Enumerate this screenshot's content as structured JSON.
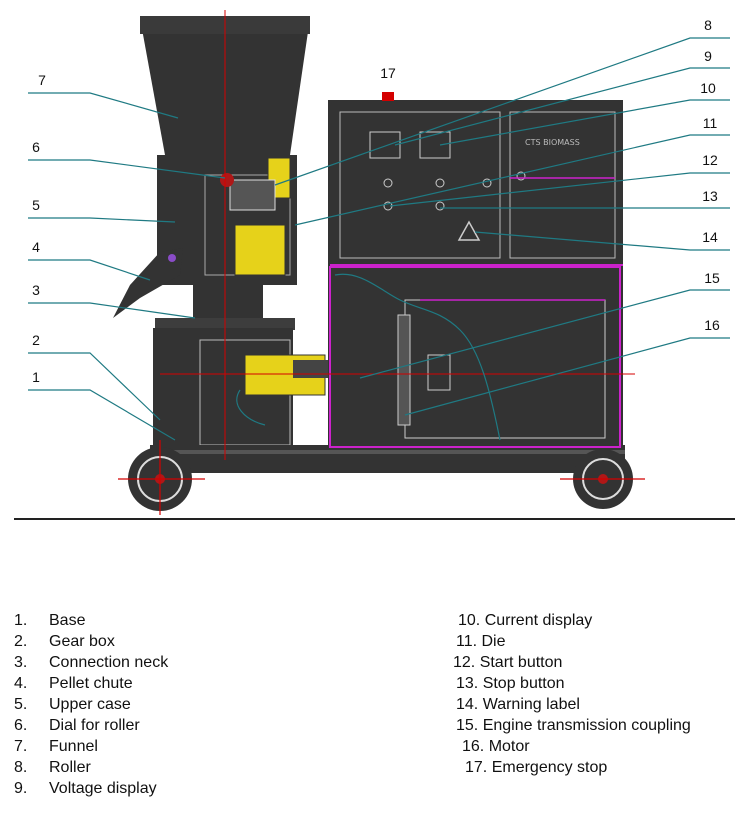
{
  "colors": {
    "machine": "#333333",
    "machine_dark": "#262626",
    "leader": "#1f7a83",
    "red_axis": "#d40000",
    "magenta": "#cc22cc",
    "yellow": "#e6d21a",
    "panel_line": "#bbbbbb"
  },
  "panel_text": "CTS BIOMASS",
  "callouts": [
    {
      "number": "1"
    },
    {
      "number": "2"
    },
    {
      "number": "3"
    },
    {
      "number": "4"
    },
    {
      "number": "5"
    },
    {
      "number": "6"
    },
    {
      "number": "7"
    },
    {
      "number": "8"
    },
    {
      "number": "9"
    },
    {
      "number": "10"
    },
    {
      "number": "11"
    },
    {
      "number": "12"
    },
    {
      "number": "13"
    },
    {
      "number": "14"
    },
    {
      "number": "15"
    },
    {
      "number": "16"
    },
    {
      "number": "17"
    }
  ],
  "legend": {
    "left": [
      {
        "number": "1.",
        "label": "Base"
      },
      {
        "number": "2.",
        "label": "Gear box"
      },
      {
        "number": "3.",
        "label": "Connection neck"
      },
      {
        "number": "4.",
        "label": "Pellet chute"
      },
      {
        "number": "5.",
        "label": "Upper case"
      },
      {
        "number": "6.",
        "label": "Dial for roller"
      },
      {
        "number": "7.",
        "label": "Funnel"
      },
      {
        "number": "8.",
        "label": "Roller"
      },
      {
        "number": "9.",
        "label": "Voltage display"
      }
    ],
    "right": [
      {
        "text": "10. Current display"
      },
      {
        "text": "11. Die"
      },
      {
        "text": "12. Start button"
      },
      {
        "text": "13. Stop button"
      },
      {
        "text": "14. Warning label"
      },
      {
        "text": "15. Engine transmission coupling"
      },
      {
        "text": "16. Motor"
      },
      {
        "text": "17. Emergency stop"
      }
    ]
  }
}
